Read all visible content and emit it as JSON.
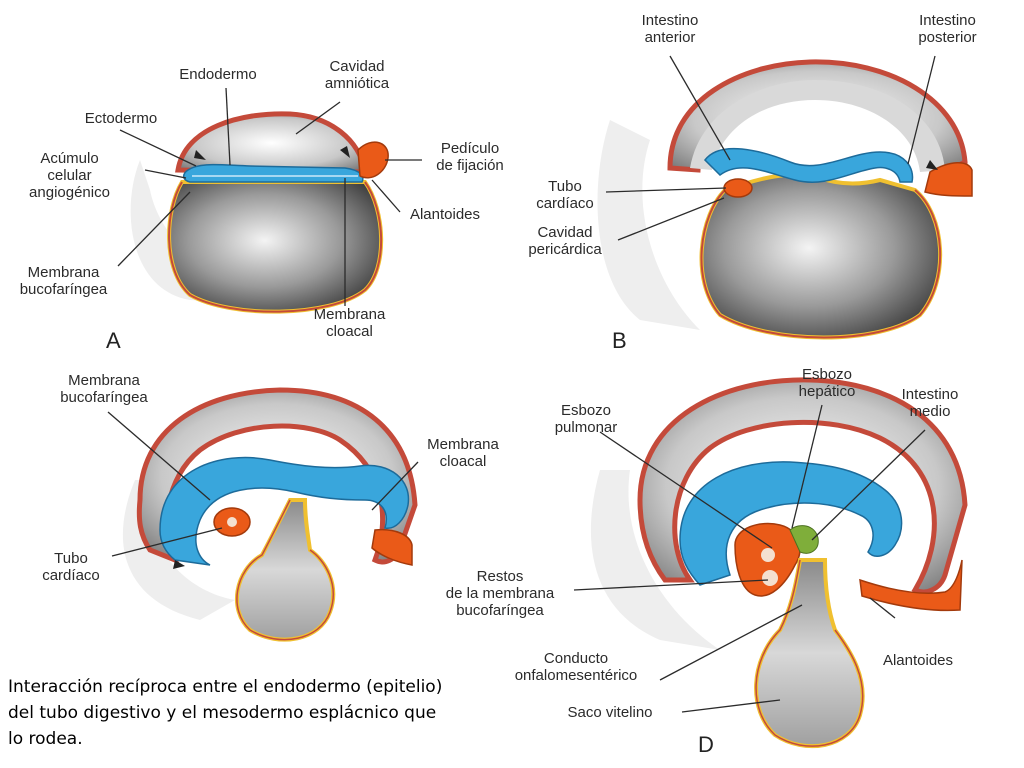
{
  "colors": {
    "ectoderm": "#c44a3a",
    "endoderm_blue": "#39a6dc",
    "yolk_line": "#f0c030",
    "orange": "#ea5a18",
    "shadow": "#4a4a4a"
  },
  "panels": {
    "A": {
      "letter": "A",
      "labels": {
        "endodermo": "Endodermo",
        "cavidad": "Cavidad\namniótica",
        "ectodermo": "Ectodermo",
        "pediculo": "Pedículo\nde fijación",
        "acumulo": "Acúmulo\ncelular\nangiogénico",
        "alantoides": "Alantoides",
        "membrana_buco": "Membrana\nbucofaríngea",
        "membrana_cloacal": "Membrana\ncloacal"
      }
    },
    "B": {
      "letter": "B",
      "labels": {
        "intestino_anterior": "Intestino\nanterior",
        "intestino_posterior": "Intestino\nposterior",
        "tubo_cardiaco": "Tubo\ncardíaco",
        "cavidad_pericardica": "Cavidad\npericárdica"
      }
    },
    "C": {
      "labels": {
        "membrana_buco": "Membrana\nbucofaríngea",
        "membrana_cloacal": "Membrana\ncloacal",
        "tubo_cardiaco": "Tubo\ncardíaco"
      }
    },
    "D": {
      "letter": "D",
      "labels": {
        "esbozo_hepatico": "Esbozo\nhepático",
        "esbozo_pulmonar": "Esbozo\npulmonar",
        "intestino_medio": "Intestino\nmedio",
        "restos": "Restos\nde la membrana\nbucofaríngea",
        "conducto": "Conducto\nonfalomesentérico",
        "alantoides": "Alantoides",
        "saco": "Saco vitelino"
      }
    }
  },
  "caption": "Interacción  recíproca entre el endodermo (epitelio) del tubo digestivo y el mesodermo esplácnico que lo rodea."
}
